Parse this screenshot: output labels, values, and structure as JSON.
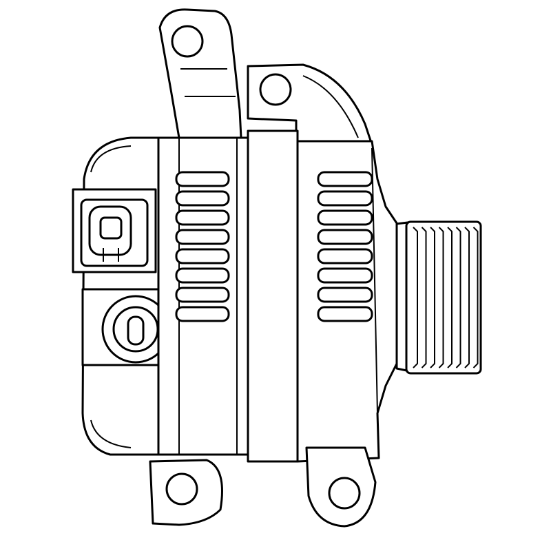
{
  "drawing": {
    "subject": "alternator",
    "pulley_grooves": 8,
    "rear_fins": 8,
    "front_fins": 8
  },
  "colors": {
    "stroke": "#000000",
    "background": "#ffffff"
  }
}
